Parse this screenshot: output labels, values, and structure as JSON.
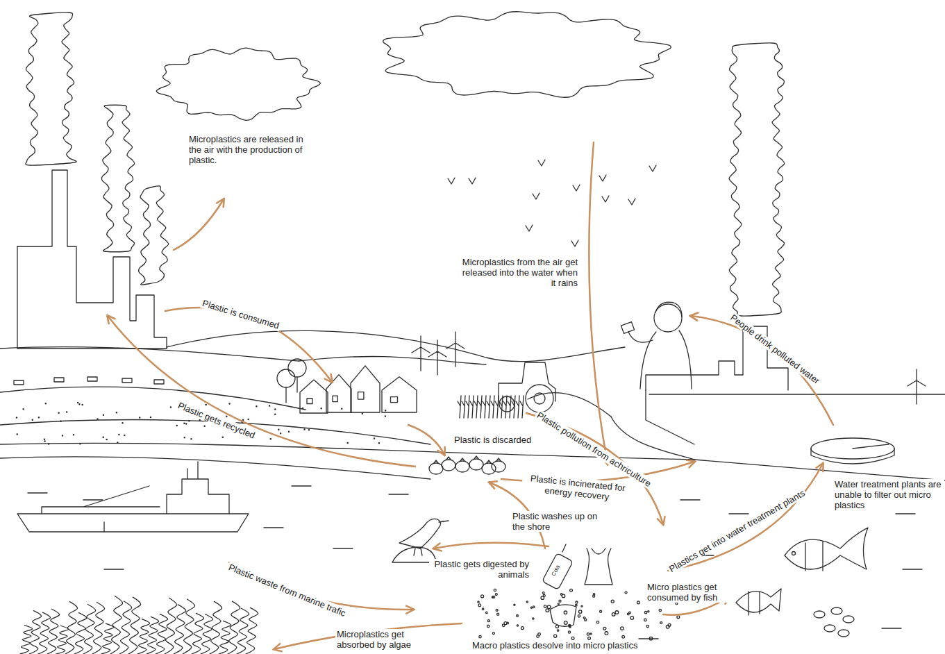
{
  "diagram": {
    "labels": [
      "Microplastics are released in the air with the production of plastic.",
      "Microplastics from the air get released into the water when it rains",
      "Plastic is consumed",
      "People drink polluted water",
      "Plastic gets recycled",
      "Plastic is discarded",
      "Plastic pollution from achriculture",
      "Plastic is incinerated for energy recovery",
      "Water treatment plants are unable to filter out micro plastics",
      "Plastics get into water treatment plants",
      "Plastic washes up on the shore",
      "Plastic gets digested by animals",
      "Micro plastics get consumed by fish",
      "Plastic waste from marine trafic",
      "Microplastics get absorbed by algae",
      "Macro plastics desolve into micro plastics",
      "Cola"
    ]
  }
}
